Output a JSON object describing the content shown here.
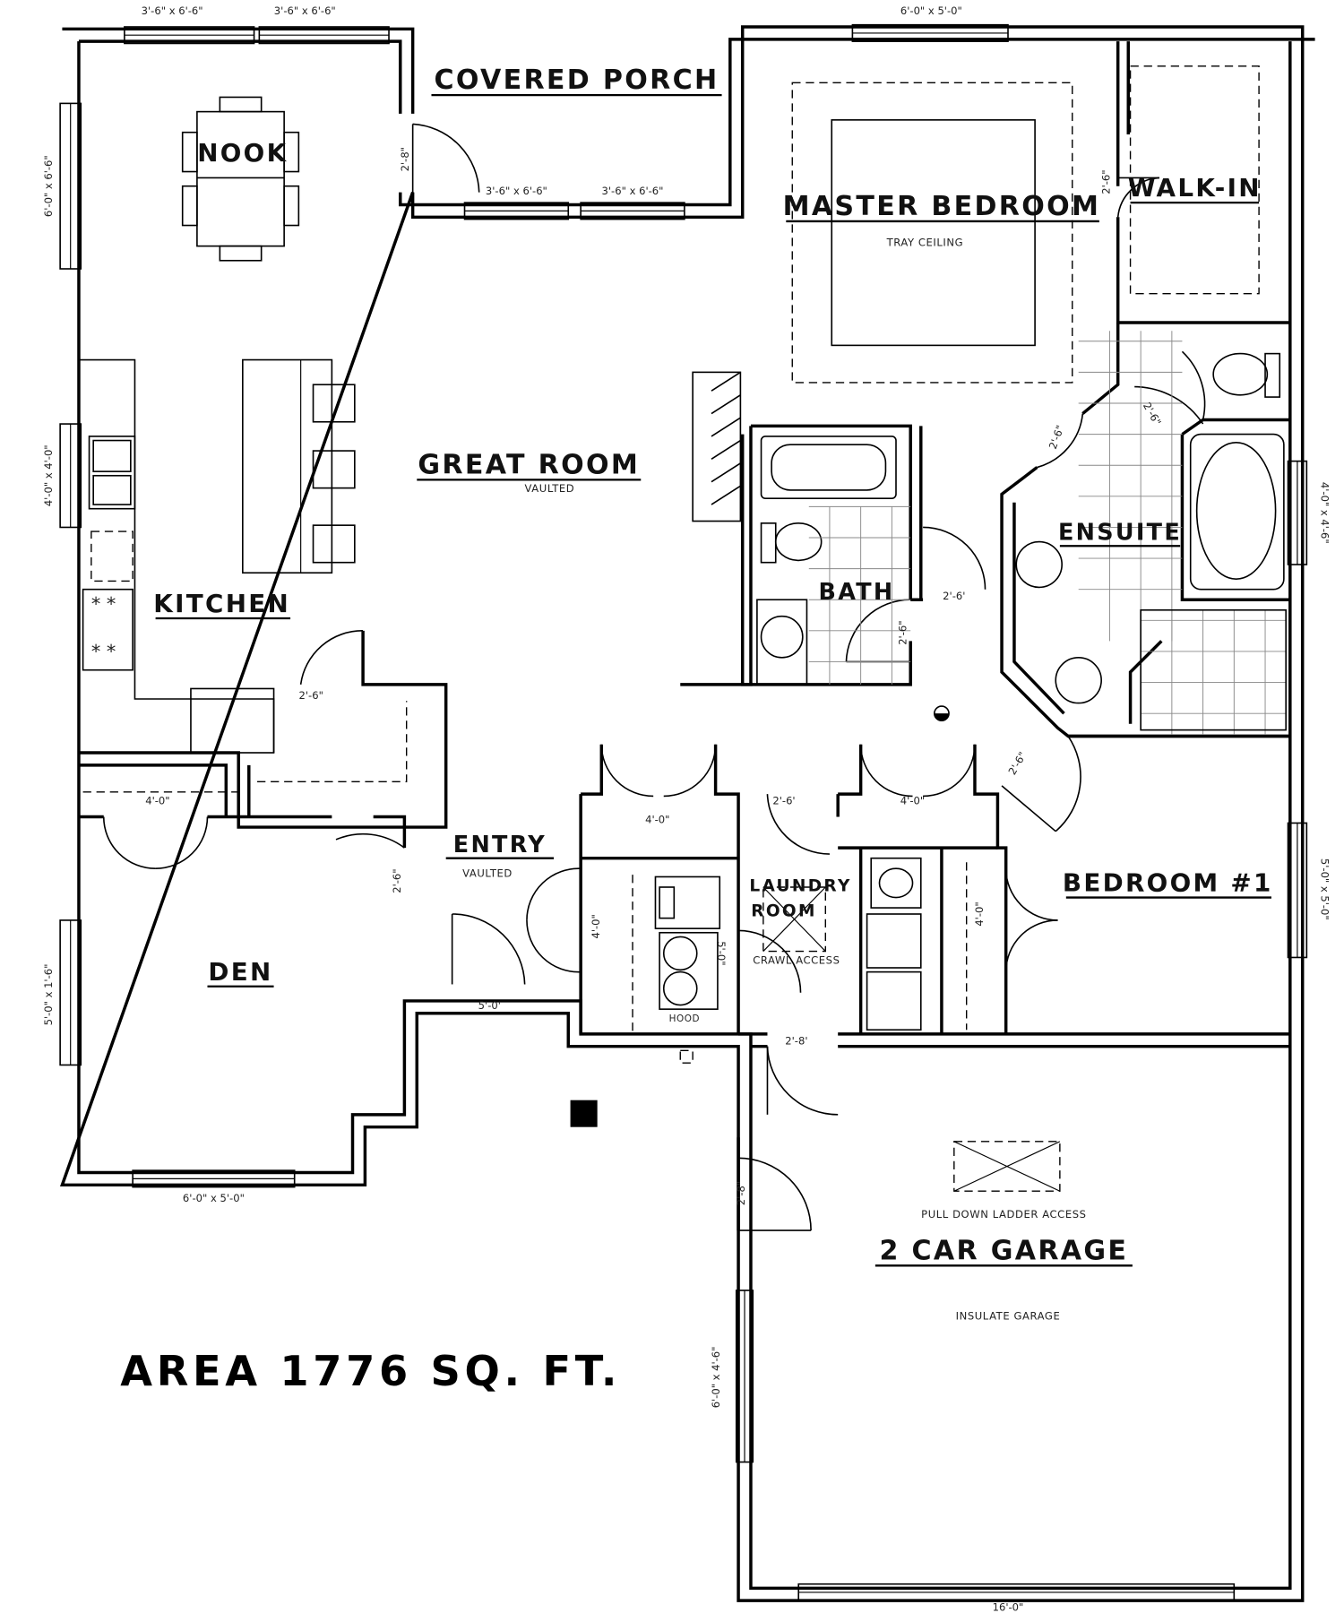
{
  "rooms": {
    "covered_porch": "COVERED PORCH",
    "nook": "NOOK",
    "master_bedroom": "MASTER BEDROOM",
    "walk_in": "WALK-IN",
    "great_room": "GREAT ROOM",
    "kitchen": "KITCHEN",
    "bath": "BATH",
    "ensuite": "ENSUITE",
    "entry": "ENTRY",
    "laundry_room_line1": "LAUNDRY",
    "laundry_room_line2": "ROOM",
    "bedroom_1": "BEDROOM #1",
    "den": "DEN",
    "garage": "2 CAR GARAGE"
  },
  "notes": {
    "tray_ceiling": "TRAY CEILING",
    "vaulted_great": "VAULTED",
    "vaulted_entry": "VAULTED",
    "crawl_access": "CRAWL ACCESS",
    "pull_down": "PULL DOWN LADDER ACCESS",
    "insulate": "INSULATE GARAGE",
    "hood": "HOOD"
  },
  "area_label": "AREA 1776 SQ. FT.",
  "dimensions": {
    "top_window_1": "3'-6\" x 6'-6\"",
    "top_window_2": "3'-6\" x 6'-6\"",
    "master_window": "6'-0\" x 5'-0\"",
    "porch_window_1": "3'-6\" x 6'-6\"",
    "porch_window_2": "3'-6\" x 6'-6\"",
    "left_window_nook": "6'-0\" x 6'-6\"",
    "left_window_kitchen": "4'-0\" x 4'-0\"",
    "left_window_den": "5'-0\" x 1'-6\"",
    "right_window_ensuite": "4'-0\" x 4'-6\"",
    "right_window_bedroom": "5'-0\" x 5'-0\"",
    "den_window": "6'-0\" x 5'-0\"",
    "garage_side_window": "6'-0\" x 4'-6\"",
    "garage_door": "16'-0\"",
    "porch_door": "2'-8\"",
    "walkin_door": "2'-6\"",
    "ensuite_door_a": "2'-6\"",
    "ensuite_door_b": "2'-6\"",
    "bath_door_h": "2'-6'",
    "bath_door_v": "2'-6\"",
    "pantry_door": "2'-6\"",
    "bedroom_door": "2'-6\"",
    "den_closet": "4'-0\"",
    "entry_door": "2'-6\"",
    "entry_closet": "4'-0\"",
    "entry_closet_side": "4'-0\"",
    "laundry_door": "2'-6'",
    "laundry_closet": "4'-0\"",
    "bedroom_closet": "4'-0\"",
    "front_door": "5'-0'",
    "laundry_washer": "5'-0\"",
    "garage_entry_door": "2'-8'",
    "garage_side_door": "2'-8\""
  }
}
